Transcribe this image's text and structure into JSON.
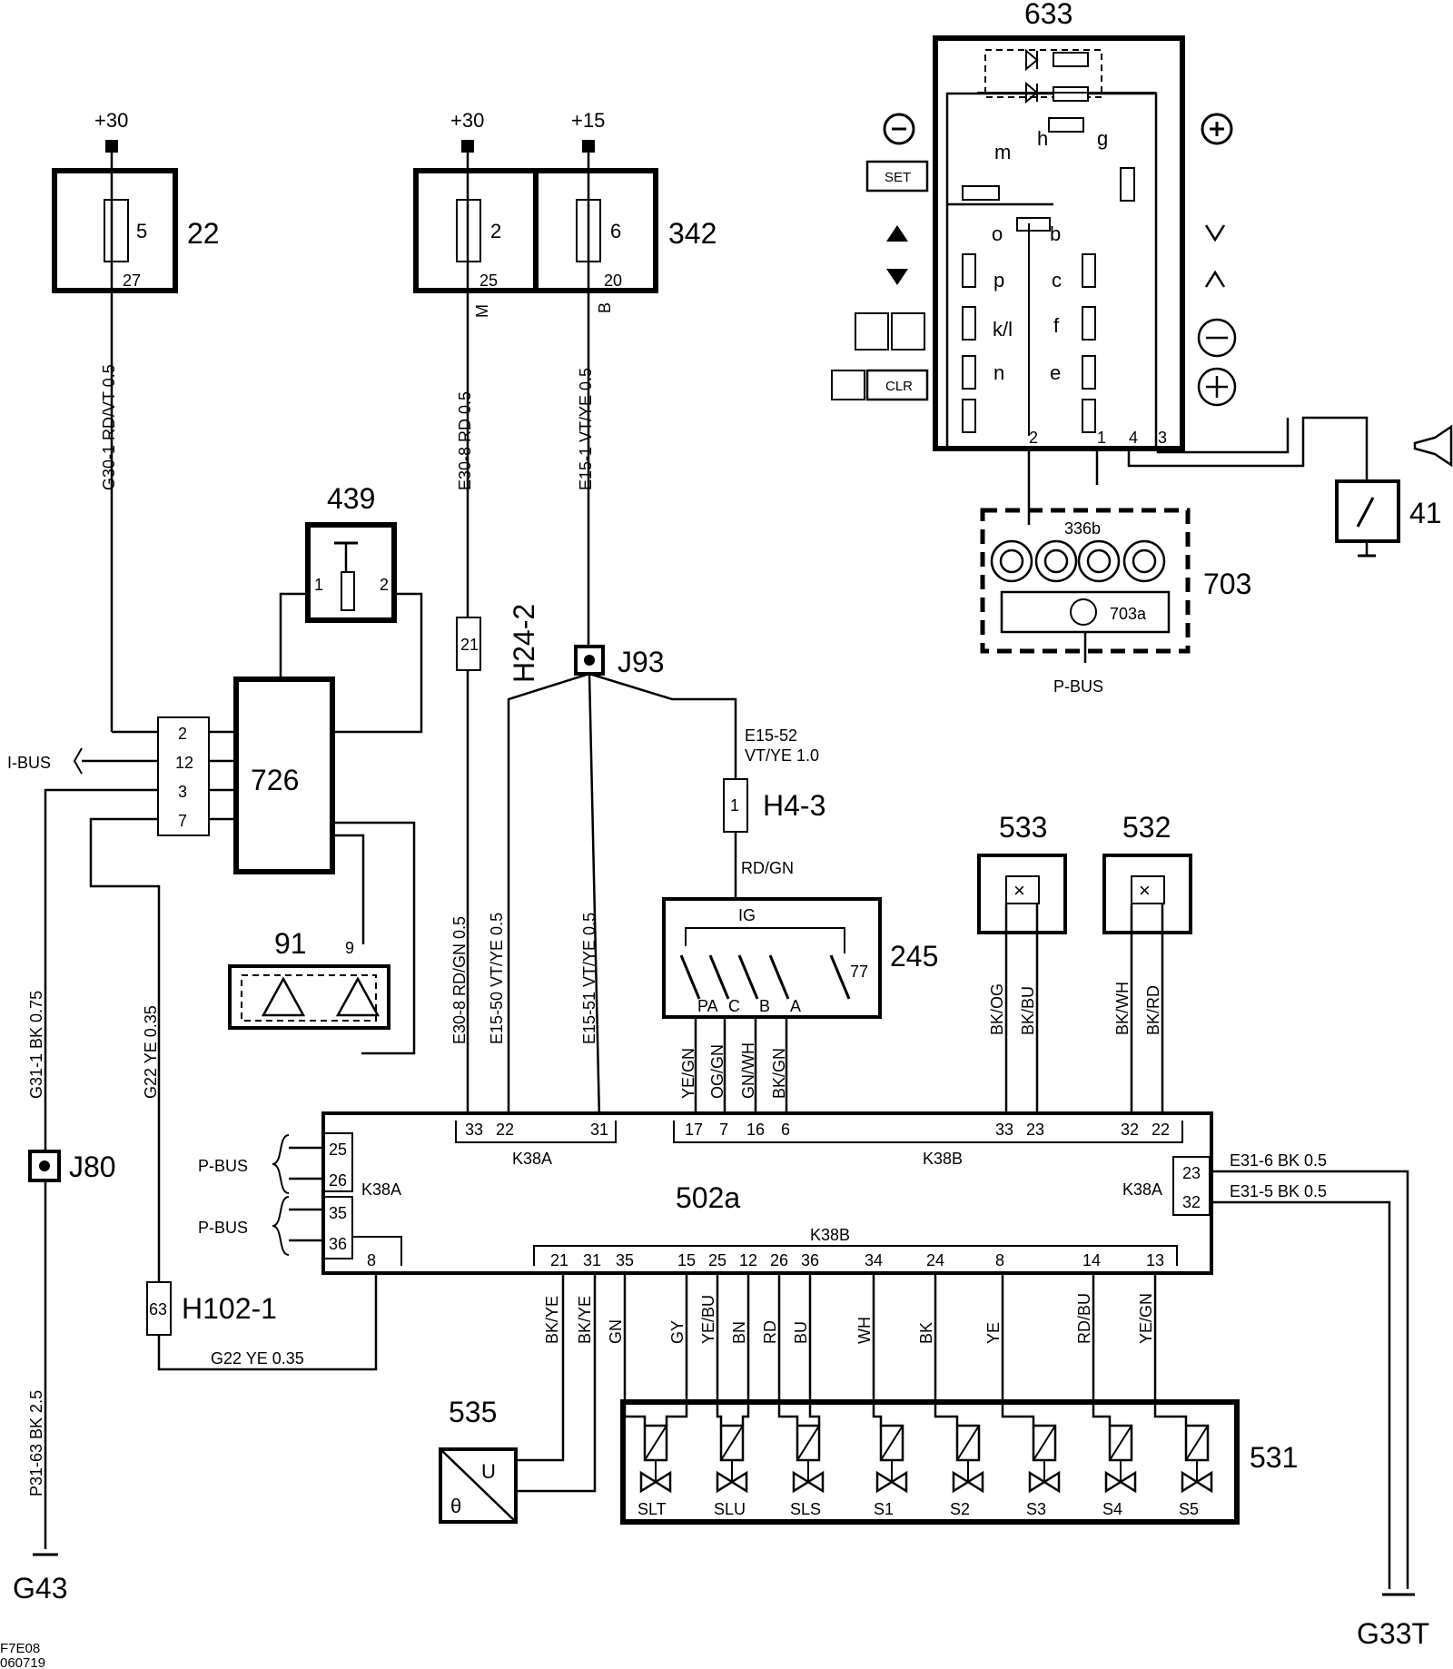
{
  "supply": {
    "s30a": "+30",
    "s30b": "+30",
    "s15": "+15"
  },
  "components": {
    "c22": "22",
    "c342": "342",
    "c633": "633",
    "c439": "439",
    "c726": "726",
    "c91": "91",
    "c245": "245",
    "c533": "533",
    "c532": "532",
    "c502a": "502a",
    "c535": "535",
    "c531": "531",
    "c703": "703",
    "c703a": "703a",
    "c336b": "336b",
    "c41": "41"
  },
  "fuses": {
    "f5": "5",
    "f5pin": "27",
    "f2": "2",
    "f2pin": "25",
    "f6": "6",
    "f6pin": "20"
  },
  "wires": {
    "g301": "G30-1  RD/VT  0.5",
    "e308top": "E30-8  RD  0.5",
    "e151": "E15-1  VT/YE  0.5",
    "e1552": "E15-52",
    "e1552b": "VT/YE   1.0",
    "rdgn": "RD/GN",
    "e308low": "E30-8   RD/GN  0.5",
    "e1550": "E15-50   VT/YE  0.5",
    "e1551": "E15-51   VT/YE  0.5",
    "g311": "G31-1   BK  0.75",
    "g22": "G22  YE  0.35",
    "g22b": "G22  YE   0.35",
    "p3163": "P31-63   BK   2.5",
    "e316": "E31-6  BK  0.5",
    "e315": "E31-5  BK  0.5",
    "m": "M",
    "b": "B"
  },
  "connectors": {
    "h242": "H24-2",
    "h242pin": "21",
    "j93": "J93",
    "h43": "H4-3",
    "h43pin": "1",
    "j80": "J80",
    "h1021": "H102-1",
    "h1021pin": "63"
  },
  "grounds": {
    "g43": "G43",
    "g33t": "G33T"
  },
  "bus": {
    "ibus": "I-BUS",
    "pbus1": "P-BUS",
    "pbus2": "P-BUS",
    "pbus3": "P-BUS"
  },
  "c726pins": [
    "2",
    "12",
    "3",
    "7"
  ],
  "c439pins": {
    "p1": "1",
    "p2": "2"
  },
  "c91pin": "9",
  "c245": {
    "ig": "IG",
    "pa": "PA",
    "c": "C",
    "b": "B",
    "a": "A",
    "p77": "77"
  },
  "c245wires": [
    "YE/GN",
    "OG/GN",
    "GN/WH",
    "BK/GN"
  ],
  "c533wires": [
    "BK/OG",
    "BK/BU"
  ],
  "c532wires": [
    "BK/WH",
    "BK/RD"
  ],
  "k38": {
    "k38a": "K38A",
    "k38b": "K38B",
    "k38aleft": "K38A",
    "k38aright": "K38A",
    "k38bbottom": "K38B"
  },
  "toppins_a": [
    "33",
    "22",
    "31"
  ],
  "toppins_b": [
    "17",
    "7",
    "16",
    "6",
    "33",
    "23",
    "32",
    "22"
  ],
  "leftpins": [
    "25",
    "26",
    "35",
    "36",
    "8"
  ],
  "rightpins": [
    "23",
    "32"
  ],
  "botpins": [
    "21",
    "31",
    "35",
    "15",
    "25",
    "12",
    "26",
    "36",
    "34",
    "24",
    "8",
    "14",
    "13"
  ],
  "botwires": [
    "BK/YE",
    "BK/YE",
    "GN",
    "GY",
    "YE/BU",
    "BN",
    "RD",
    "BU",
    "WH",
    "BK",
    "YE",
    "RD/BU",
    "YE/GN"
  ],
  "valves": [
    "SLT",
    "SLU",
    "SLS",
    "S1",
    "S2",
    "S3",
    "S4",
    "S5"
  ],
  "c535": {
    "u": "U",
    "theta": "θ"
  },
  "c633": {
    "set": "SET",
    "clr": "CLR",
    "o": "o",
    "b": "b",
    "p": "p",
    "c": "c",
    "kl": "k/l",
    "f": "f",
    "n": "n",
    "e": "e",
    "m": "m",
    "h": "h",
    "g": "g",
    "p2": "2",
    "p1": "1",
    "p4": "4",
    "p3": "3"
  },
  "c703bus": "P-BUS",
  "footer": {
    "code": "F7E08",
    "date": "060719"
  }
}
